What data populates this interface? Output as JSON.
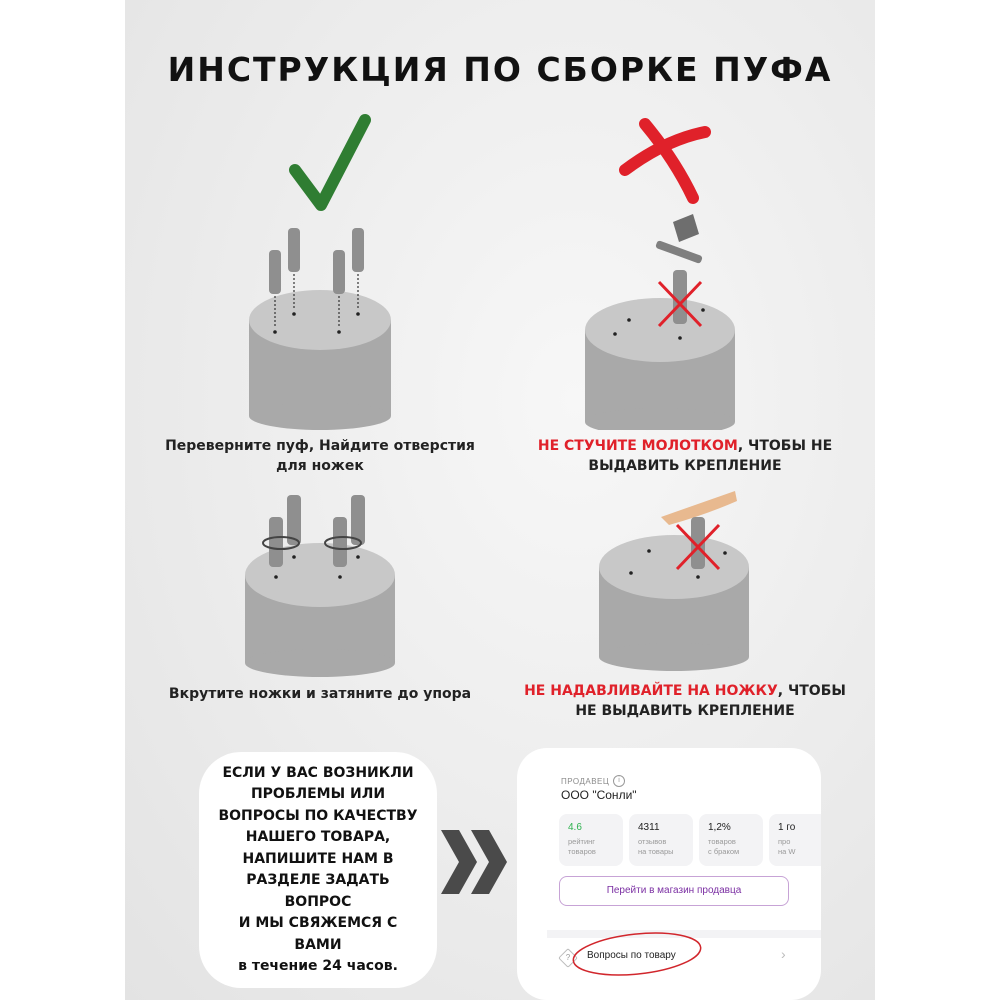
{
  "title": "ИНСТРУКЦИЯ ПО СБОРКЕ ПУФА",
  "steps": [
    {
      "caption_line1": "Переверните пуф, Найдите отверстия",
      "caption_line2": "для ножек",
      "icon": "check-icon"
    },
    {
      "caption_red": "НЕ СТУЧИТЕ МОЛОТКОМ",
      "caption_rest": ", ЧТОБЫ НЕ",
      "caption_line2": "ВЫДАВИТЬ КРЕПЛЕНИЕ",
      "icon": "cross-icon"
    },
    {
      "caption_line1": "Вкрутите ножки и затяните до упора"
    },
    {
      "caption_red": "НЕ НАДАВЛИВАЙТЕ НА НОЖКУ",
      "caption_rest": ", ЧТОБЫ",
      "caption_line2": "НЕ ВЫДАВИТЬ КРЕПЛЕНИЕ"
    }
  ],
  "contact_bubble": {
    "lines": [
      "ЕСЛИ У ВАС ВОЗНИКЛИ",
      "ПРОБЛЕМЫ ИЛИ",
      "ВОПРОСЫ ПО КАЧЕСТВУ",
      "НАШЕГО ТОВАРА,",
      "НАПИШИТЕ НАМ В",
      "РАЗДЕЛЕ ЗАДАТЬ ВОПРОС",
      "И МЫ СВЯЖЕМСЯ С ВАМИ",
      "в течение 24 часов."
    ]
  },
  "seller_card": {
    "label": "ПРОДАВЕЦ",
    "info_glyph": "i",
    "name": "ООО \"Сонли\"",
    "stats": [
      {
        "value": "4.6",
        "label_line1": "рейтинг",
        "label_line2": "товаров"
      },
      {
        "value": "4311",
        "label_line1": "отзывов",
        "label_line2": "на товары"
      },
      {
        "value": "1,2%",
        "label_line1": "товаров",
        "label_line2": "с браком"
      },
      {
        "value": "1 го",
        "label_line1": "про",
        "label_line2": "на W"
      }
    ],
    "store_button": "Перейти в магазин продавца",
    "questions_icon_glyph": "?",
    "questions_label": "Вопросы по товару",
    "questions_arrow": "›"
  },
  "colors": {
    "check": "#2f7d32",
    "cross": "#e0212a",
    "pouf_top": "#c8c8c8",
    "pouf_side": "#a9a9a9",
    "leg": "#8f8f8f",
    "accent_purple": "#7b2fa3",
    "rating_green": "#2eb24f"
  }
}
